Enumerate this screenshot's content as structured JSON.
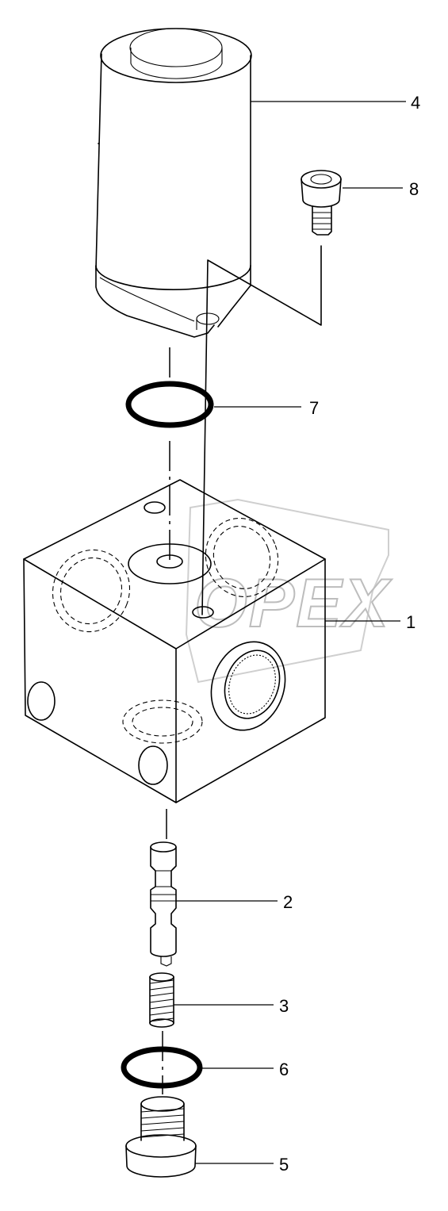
{
  "watermark": {
    "text": "OPEX",
    "color": "#bdbdbd"
  },
  "callouts": [
    {
      "id": "part-1",
      "label": "1"
    },
    {
      "id": "part-2",
      "label": "2"
    },
    {
      "id": "part-3",
      "label": "3"
    },
    {
      "id": "part-4",
      "label": "4"
    },
    {
      "id": "part-5",
      "label": "5"
    },
    {
      "id": "part-6",
      "label": "6"
    },
    {
      "id": "part-7",
      "label": "7"
    },
    {
      "id": "part-8",
      "label": "8"
    }
  ],
  "colors": {
    "ink": "#000000",
    "paper": "#ffffff"
  }
}
